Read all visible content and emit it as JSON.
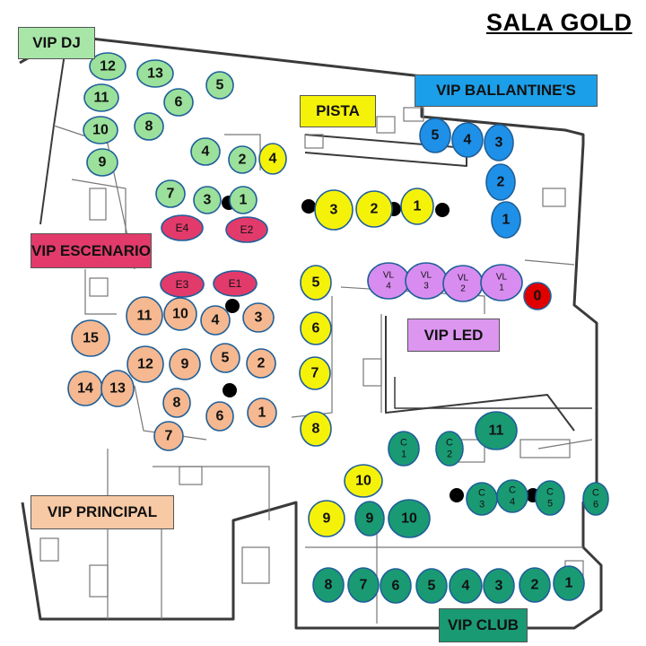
{
  "title": "SALA GOLD",
  "zones": {
    "vip_dj": {
      "label": "VIP DJ",
      "color": "#a8e6a8"
    },
    "vip_ballantines": {
      "label": "VIP BALLANTINE'S",
      "color": "#1b9fe8"
    },
    "pista": {
      "label": "PISTA",
      "color": "#f5f20a"
    },
    "vip_escenario": {
      "label": "VIP ESCENARIO",
      "color": "#e23b6b"
    },
    "vip_led": {
      "label": "VIP LED",
      "color": "#dc96f0"
    },
    "vip_principal": {
      "label": "VIP PRINCIPAL",
      "color": "#f7c9a4"
    },
    "vip_club": {
      "label": "VIP CLUB",
      "color": "#1a9a72"
    }
  },
  "seat_colors": {
    "green": "#9be09b",
    "blue": "#1e90e8",
    "yellow": "#f5f20a",
    "pink": "#e23b6b",
    "violet": "#d88cf0",
    "red": "#e00000",
    "peach": "#f5b890",
    "teal": "#1a9a72"
  },
  "seats": {
    "green": [
      "12",
      "13",
      "5",
      "11",
      "6",
      "10",
      "8",
      "9",
      "4",
      "2",
      "7",
      "3",
      "1"
    ],
    "blue": [
      "5",
      "4",
      "3",
      "2",
      "1"
    ],
    "yellow": [
      "4",
      "3",
      "2",
      "1",
      "5",
      "6",
      "7",
      "8",
      "10",
      "9"
    ],
    "pink": [
      "E4",
      "E2",
      "E3",
      "E1"
    ],
    "violet": [
      "VL\n4",
      "VL\n3",
      "VL\n2",
      "VL\n1"
    ],
    "red": [
      "0"
    ],
    "peach": [
      "11",
      "10",
      "4",
      "3",
      "15",
      "12",
      "9",
      "5",
      "2",
      "14",
      "13",
      "8",
      "6",
      "1",
      "7"
    ],
    "teal": [
      "11",
      "C\n1",
      "C\n2",
      "C\n3",
      "C\n4",
      "C\n5",
      "C\n6",
      "9",
      "10",
      "8",
      "7",
      "6",
      "5",
      "4",
      "3",
      "2",
      "1"
    ]
  }
}
